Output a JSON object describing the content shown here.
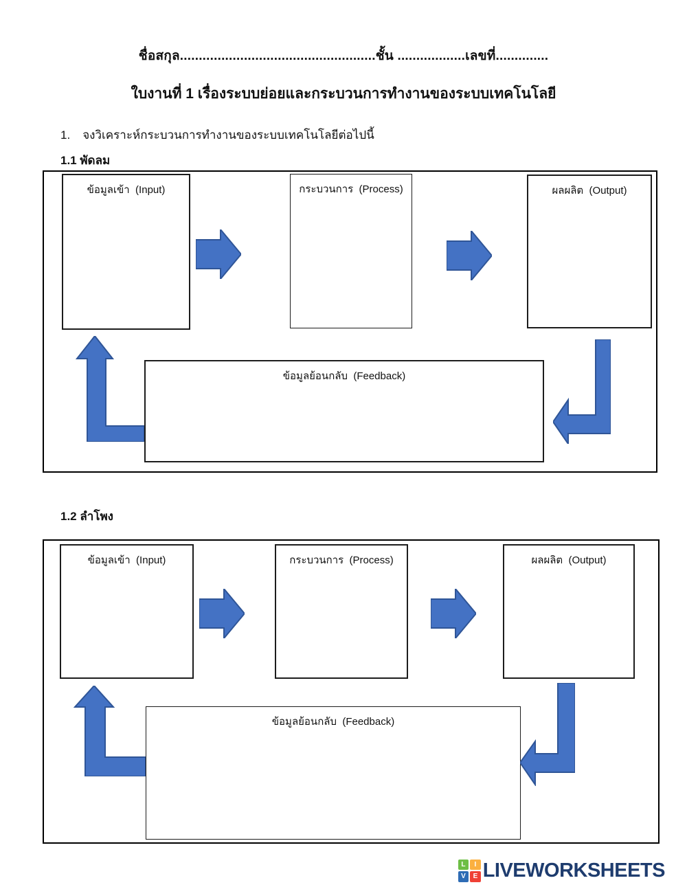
{
  "header": {
    "line": "ชื่อสกุล....................................................ชั้น ..................เลขที่.............."
  },
  "title": "ใบงานที่ 1 เรื่องระบบย่อยและกระบวนการทำงานของระบบเทคโนโลยี",
  "instruction": {
    "number": "1.",
    "text": "จงวิเคราะห์กระบวนการทำงานของระบบเทคโนโลยีต่อไปนี้"
  },
  "diagrams": [
    {
      "section_label": "1.1 พัดลม",
      "input_label": "ข้อมูลเข้า  (Input)",
      "process_label": "กระบวนการ  (Process)",
      "output_label": "ผลผลิต  (Output)",
      "feedback_label": "ข้อมูลย้อนกลับ  (Feedback)"
    },
    {
      "section_label": "1.2 ลำโพง",
      "input_label": "ข้อมูลเข้า  (Input)",
      "process_label": "กระบวนการ  (Process)",
      "output_label": "ผลผลิต  (Output)",
      "feedback_label": "ข้อมูลย้อนกลับ  (Feedback)"
    }
  ],
  "colors": {
    "arrow_fill": "#4472C4",
    "arrow_stroke": "#2F5597",
    "brand_navy": "#1E3C6E",
    "logo_green": "#6DBE45",
    "logo_yellow": "#FBB040",
    "logo_blue": "#2E6CB5",
    "logo_red": "#EF4136"
  },
  "footer": {
    "brand": "LIVEWORKSHEETS",
    "logo_letters": [
      "L",
      "I",
      "V",
      "E"
    ]
  }
}
